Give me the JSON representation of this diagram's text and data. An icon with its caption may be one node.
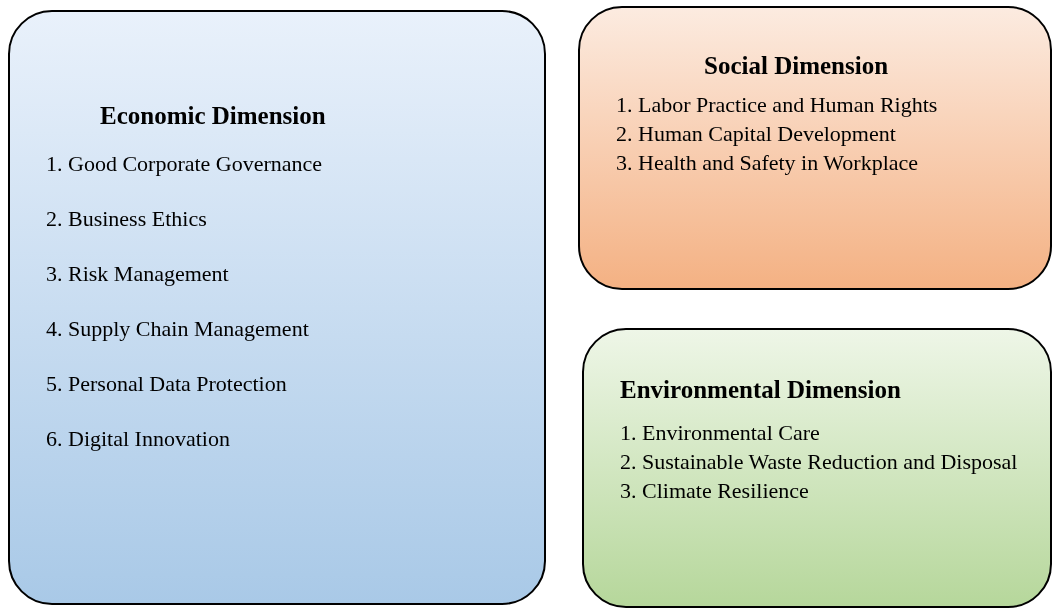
{
  "diagram": {
    "nodes": [
      {
        "text": [
          "Economic Dimension",
          "1. Good Corporate Governance",
          "2. Business Ethics",
          "3. Risk Management",
          "4. Supply Chain Management",
          "5. Personal Data Protection",
          "6. Digital Innovation"
        ]
      },
      {
        "text": [
          "Social Dimension",
          "1. Labor Practice and Human Rights",
          "2. Human Capital Development",
          "3. Health and Safety in Workplace"
        ]
      },
      {
        "text": [
          "Environmental Dimension",
          "1. Environmental Care",
          "2. Sustainable Waste Reduction and Disposal",
          "3. Climate Resilience"
        ]
      }
    ]
  }
}
